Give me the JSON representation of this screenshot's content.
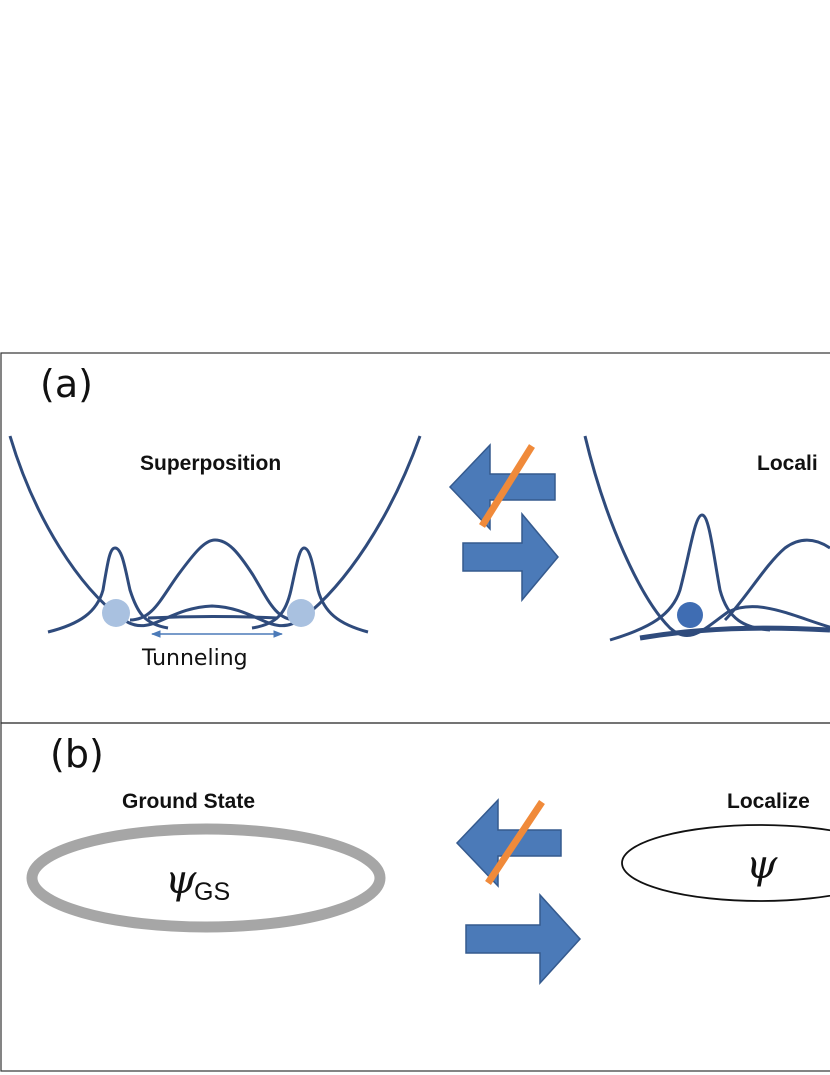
{
  "panel_a": {
    "label": "(a)",
    "left_heading": "Superposition",
    "right_heading": "Locali",
    "tunneling_label": "Tunneling"
  },
  "panel_b": {
    "label": "(b)",
    "left_heading": "Ground State",
    "right_heading": "Localize",
    "left_psi": "ψ",
    "left_psi_subscript": "GS",
    "right_psi": "ψ"
  },
  "colors": {
    "arrow_blue": "#4b7ab8",
    "slash_orange": "#f08a3a",
    "well_line": "#2f4b7c",
    "ball_light": "#a9c1e0",
    "ball_dark": "#3f6db3",
    "ring_gray": "#a6a6a6"
  },
  "icons": {
    "forward_arrow": "right-arrow-icon",
    "blocked_back_arrow": "left-arrow-crossed-icon"
  }
}
